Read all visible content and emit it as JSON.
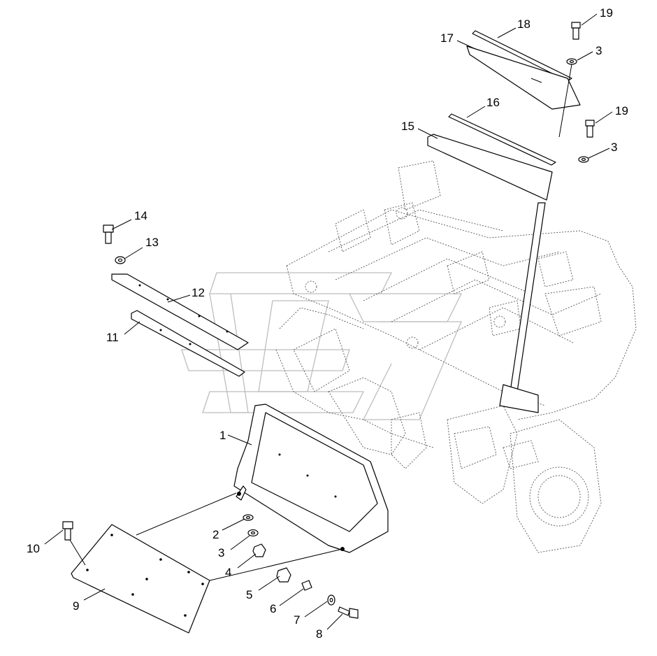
{
  "diagram": {
    "callouts": [
      "1",
      "2",
      "3",
      "4",
      "5",
      "6",
      "7",
      "8",
      "9",
      "10",
      "11",
      "12",
      "13",
      "14",
      "15",
      "16",
      "17",
      "18",
      "19"
    ]
  },
  "colors": {
    "line": "#000000",
    "ghost_frame": "#555555",
    "watermark": "#bdbdbd",
    "background": "#ffffff"
  }
}
